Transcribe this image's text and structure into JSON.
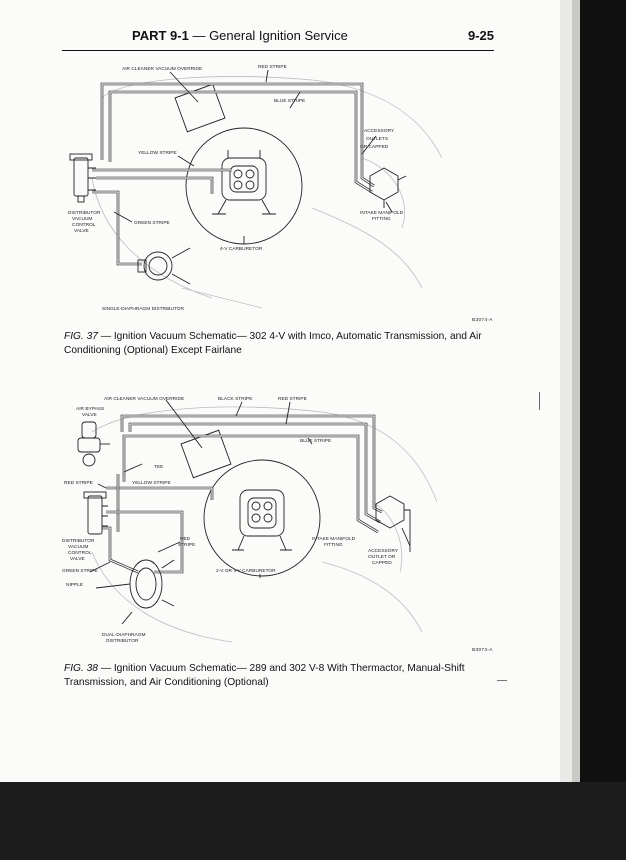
{
  "header": {
    "part": "PART 9-1",
    "dash": " — ",
    "title": "General Ignition Service",
    "page_number": "9-25"
  },
  "figures": [
    {
      "fig_number": "FIG. 37",
      "caption_rest": " — Ignition Vacuum Schematic— 302 4-V with Imco, Automatic Transmission, and Air Conditioning (Optional) Except Fairlane",
      "code": "B3074-A",
      "labels": {
        "air_cleaner": "AIR CLEANER VACUUM OVERRIDE",
        "red_stripe": "RED STRIPE",
        "blue_stripe": "BLUE STRIPE",
        "yellow_stripe": "YELLOW STRIPE",
        "accessory_1": "ACCESSORY",
        "accessory_2": "OUTLETS",
        "accessory_3": "OR CAPPED",
        "dist_1": "DISTRIBUTOR",
        "dist_2": "VACUUM",
        "dist_3": "CONTROL",
        "dist_4": "VALVE",
        "green_stripe": "GREEN STRIPE",
        "intake_1": "INTAKE MANIFOLD",
        "intake_2": "FITTING",
        "carburetor": "4-V CARBURETOR",
        "distributor": "SINGLE-DIAPHRAGM DISTRIBUTOR"
      }
    },
    {
      "fig_number": "FIG. 38",
      "caption_rest": " — Ignition Vacuum Schematic— 289 and 302 V-8 With Thermactor, Manual-Shift Transmission, and Air Conditioning (Optional)",
      "code": "B3073-A",
      "labels": {
        "air_cleaner": "AIR CLEANER VACUUM OVERRIDE",
        "black_stripe": "BLACK STRIPE",
        "red_stripe": "RED STRIPE",
        "air_bypass_1": "AIR BYPASS",
        "air_bypass_2": "VALVE",
        "blue_stripe": "BLUE STRIPE",
        "tee": "TEE",
        "red_stripe_left": "RED STRIPE",
        "yellow_stripe": "YELLOW STRIPE",
        "dist_1": "DISTRIBUTOR",
        "dist_2": "VACUUM",
        "dist_3": "CONTROL",
        "dist_4": "VALVE",
        "green_stripe": "GREEN STRIPE",
        "red_1": "RED",
        "red_2": "STRIPE",
        "intake_1": "INTAKE MANIFOLD",
        "intake_2": "FITTING",
        "accessory_1": "ACCESSORY",
        "accessory_2": "OUTLET OR",
        "accessory_3": "CAPPED",
        "carburetor": "2-V OR 4-V CARBURETOR",
        "nipple": "NIPPLE",
        "distributor_1": "DUAL-DIAPHRAGM",
        "distributor_2": "DISTRIBUTOR"
      }
    }
  ]
}
